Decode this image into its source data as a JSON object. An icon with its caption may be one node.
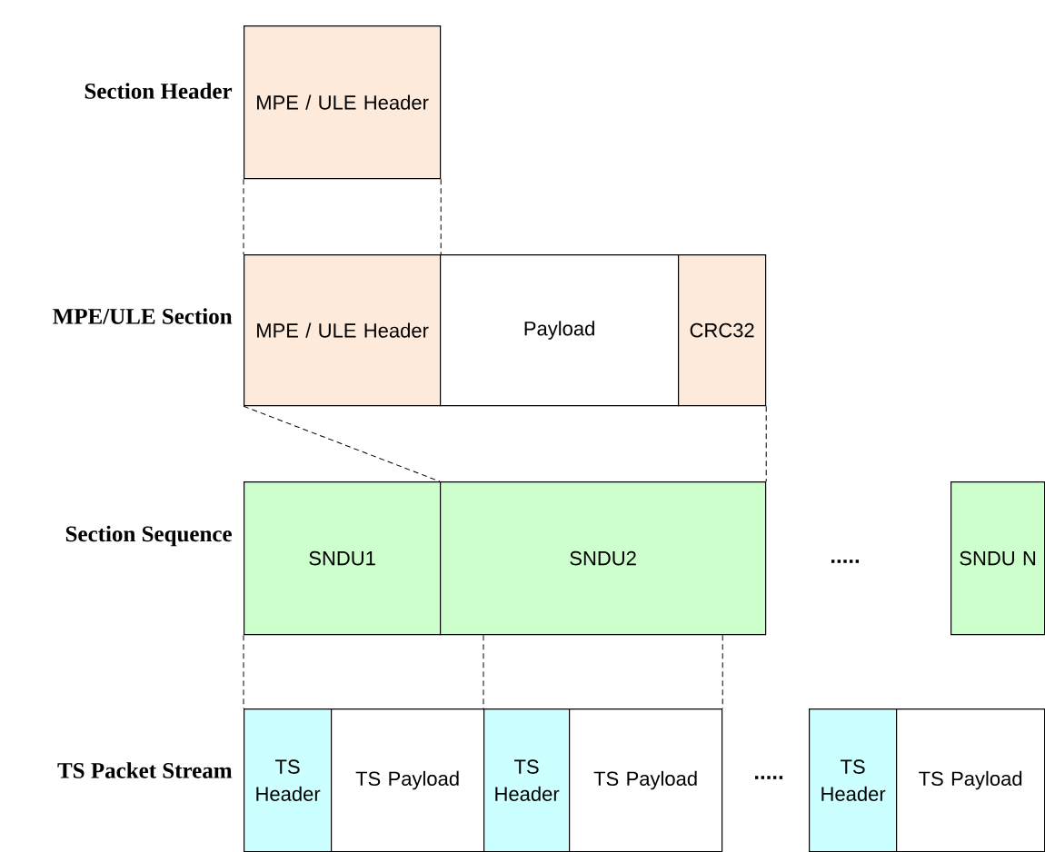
{
  "diagram": {
    "nodes": [
      {
        "text": [
          "MPE / ULE Header"
        ]
      },
      {
        "text": [
          "MPE / ULE Header"
        ]
      },
      {
        "text": [
          "Payload"
        ]
      },
      {
        "text": [
          "CRC32"
        ]
      },
      {
        "text": [
          "SNDU1"
        ]
      },
      {
        "text": [
          "SNDU2"
        ]
      },
      {
        "text": [
          "SNDU N"
        ]
      },
      {
        "text": [
          "TS Header"
        ]
      },
      {
        "text": [
          "TS Payload"
        ]
      },
      {
        "text": [
          "TS Header"
        ]
      },
      {
        "text": [
          "TS Payload"
        ]
      },
      {
        "text": [
          "TS Header"
        ]
      },
      {
        "text": [
          "TS Payload"
        ]
      }
    ],
    "edges": [
      {
        "from": 0,
        "to": 1,
        "arrow": "none",
        "style": "dashed"
      },
      {
        "from": 0,
        "to": 1,
        "arrow": "none",
        "style": "dashed"
      },
      {
        "from": 1,
        "to": 5,
        "arrow": "none",
        "style": "dashed"
      },
      {
        "from": 3,
        "to": 5,
        "arrow": "none",
        "style": "dashed"
      },
      {
        "from": 4,
        "to": 7,
        "arrow": "none",
        "style": "dashed"
      },
      {
        "from": 5,
        "to": 9,
        "arrow": "none",
        "style": "dashed"
      },
      {
        "from": 5,
        "to": 10,
        "arrow": "none",
        "style": "dashed"
      }
    ],
    "labels": [
      "Section Header",
      "MPE/ULE Section",
      "Section Sequence",
      ".....",
      "TS Packet Stream",
      "....."
    ]
  }
}
